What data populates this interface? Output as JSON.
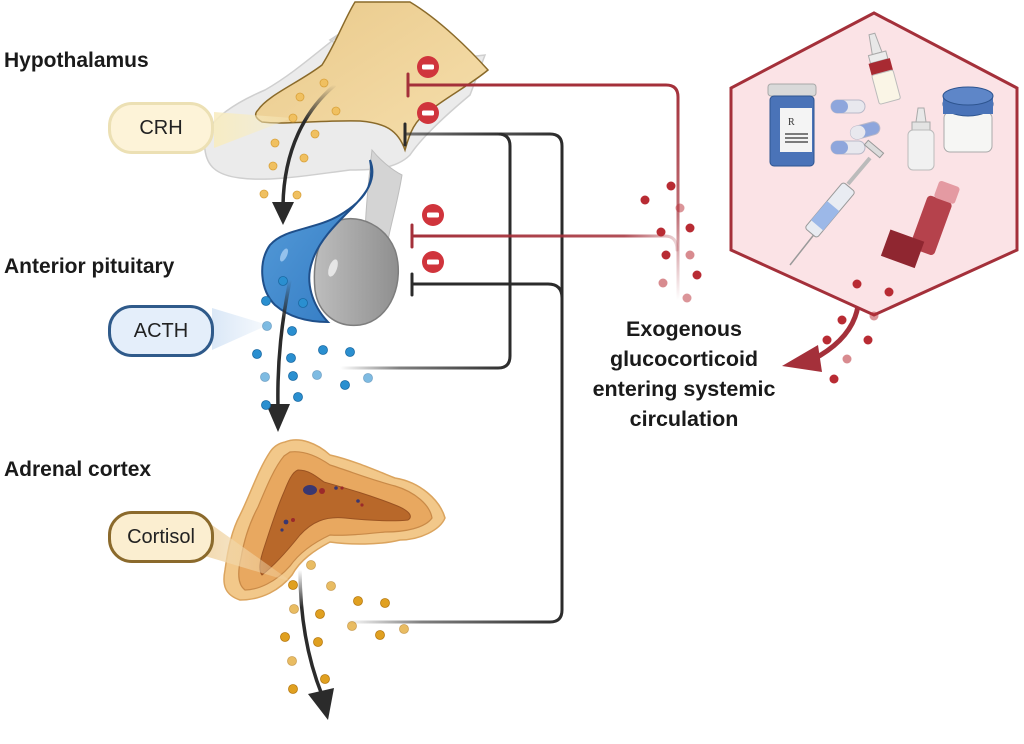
{
  "labels": {
    "hypothalamus": "Hypothalamus",
    "anterior_pituitary": "Anterior pituitary",
    "adrenal_cortex": "Adrenal cortex"
  },
  "hormones": {
    "crh": "CRH",
    "acth": "ACTH",
    "cortisol": "Cortisol"
  },
  "exogenous": {
    "line1": "Exogenous",
    "line2": "glucocorticoid",
    "line3": "entering systemic",
    "line4": "circulation"
  },
  "inhibition_sign": "-",
  "colors": {
    "crh_fill": "#fdf3d8",
    "crh_border": "#e8d9a8",
    "acth_fill": "#e4eefa",
    "acth_border": "#2f5a8a",
    "cortisol_fill": "#fbeed0",
    "cortisol_border": "#8b6a2c",
    "feedback_endogenous": "#2b2b2b",
    "feedback_exogenous": "#a4303a",
    "inhibit_badge": "#d0343c",
    "hexagon_fill": "#fbe3e6",
    "hexagon_stroke": "#a4303a"
  }
}
